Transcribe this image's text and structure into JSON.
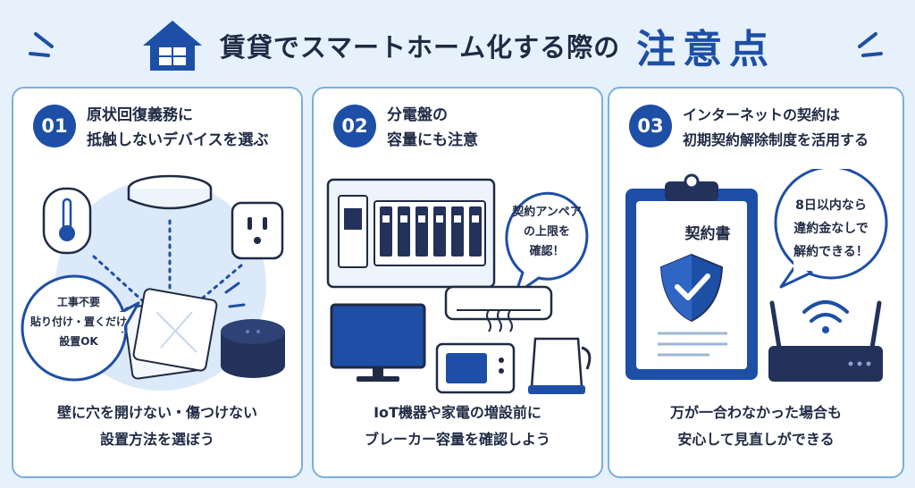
{
  "header": {
    "title": "賃貸でスマートホーム化する際の",
    "accent": "注意点"
  },
  "colors": {
    "navy": "#1e4fa6",
    "light_blue": "#dbe9f8",
    "border": "#7aaee0",
    "background": "#e6f1fb"
  },
  "panels": [
    {
      "number": "01",
      "title_lines": [
        "原状回復義務に",
        "抵触しないデバイスを選ぶ"
      ],
      "bubble_lines": [
        "工事不要",
        "貼り付け・置くだけ",
        "設置OK"
      ],
      "bottom_lines": [
        "壁に穴を開けない・傷つけない",
        "設置方法を選ぼう"
      ],
      "icons": [
        "thermometer-sensor-icon",
        "ceiling-light-icon",
        "smart-plug-icon",
        "adhesive-pad-icon",
        "smart-speaker-icon"
      ]
    },
    {
      "number": "02",
      "title_lines": [
        "分電盤の",
        "容量にも注意"
      ],
      "bubble_lines": [
        "契約アンペア",
        "の上限を",
        "確認！"
      ],
      "bottom_lines": [
        "IoT機器や家電の増設前に",
        "ブレーカー容量を確認しよう"
      ],
      "icons": [
        "breaker-panel-icon",
        "air-conditioner-icon",
        "tv-icon",
        "microwave-icon",
        "kettle-icon"
      ]
    },
    {
      "number": "03",
      "title_lines": [
        "インターネットの契約は",
        "初期契約解除制度を活用する"
      ],
      "document_label": "契約書",
      "bubble_lines": [
        "8日以内なら",
        "違約金なしで",
        "解約できる！"
      ],
      "bottom_lines": [
        "万が一合わなかった場合も",
        "安心して見直しができる"
      ],
      "icons": [
        "clipboard-icon",
        "shield-check-icon",
        "wifi-router-icon"
      ]
    }
  ]
}
